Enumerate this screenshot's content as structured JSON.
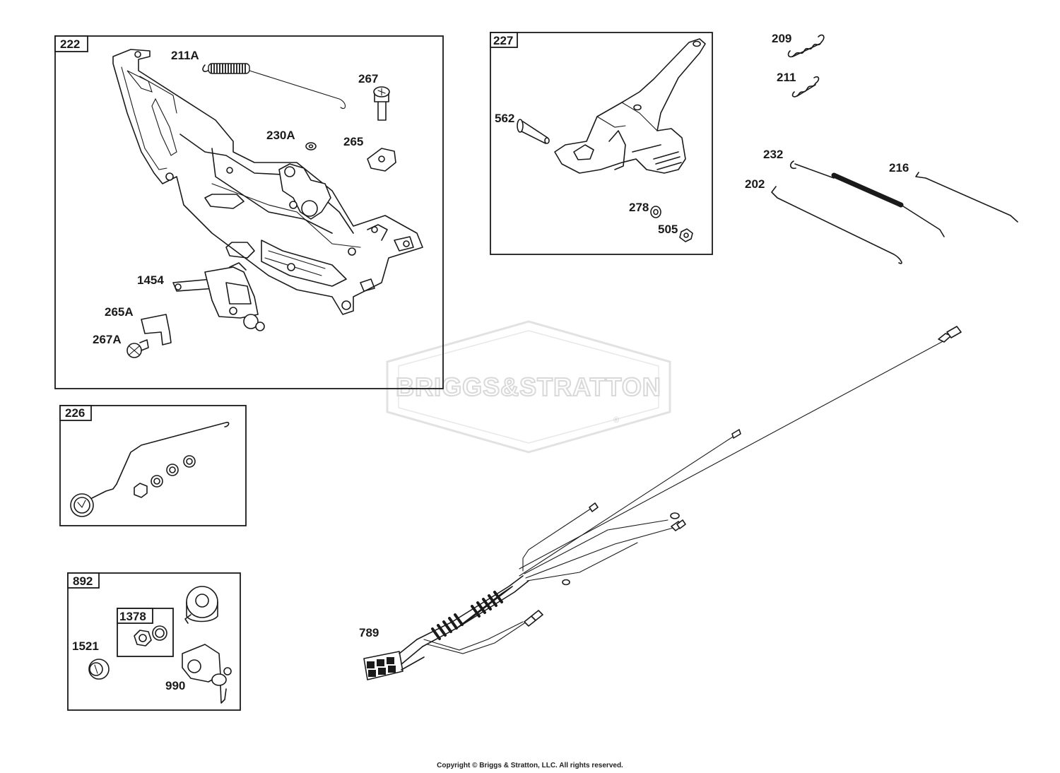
{
  "watermark": {
    "text": "BRIGGS&STRATTON",
    "mark": "®"
  },
  "copyright": "Copyright © Briggs & Stratton, LLC. All rights reserved.",
  "boxes": {
    "b222": "222",
    "b227": "227",
    "b226": "226",
    "b892": "892",
    "b1378": "1378"
  },
  "labels": {
    "p211A": "211A",
    "p267": "267",
    "p230A": "230A",
    "p265": "265",
    "p1454": "1454",
    "p265A": "265A",
    "p267A": "267A",
    "p562": "562",
    "p278": "278",
    "p505": "505",
    "p209": "209",
    "p211": "211",
    "p232": "232",
    "p216": "216",
    "p202": "202",
    "p789": "789",
    "p1521": "1521",
    "p990": "990"
  }
}
